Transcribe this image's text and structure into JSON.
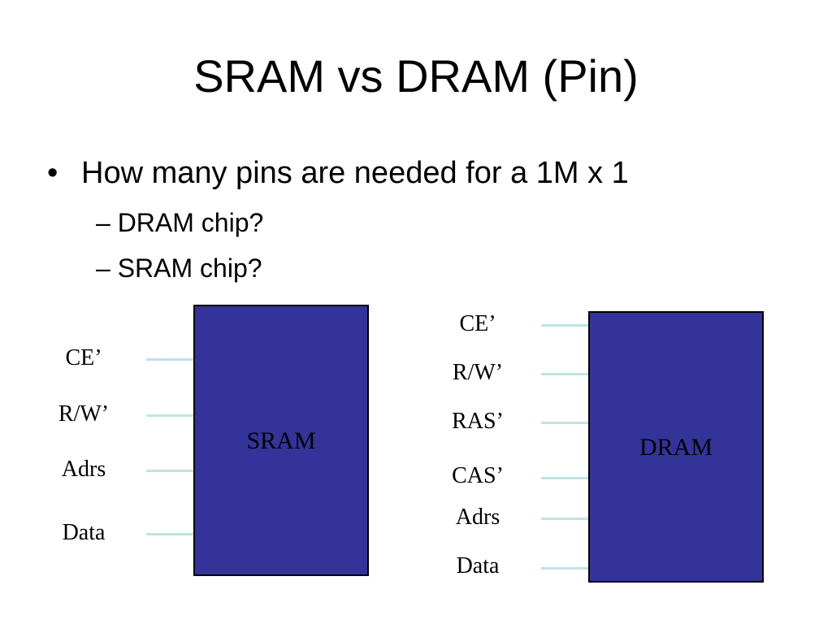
{
  "slide": {
    "title": "SRAM vs DRAM (Pin)",
    "bullet": "How many pins are needed for a 1M x 1",
    "bullet_marker": "•",
    "sub_items": [
      "– DRAM chip?",
      "– SRAM chip?"
    ]
  },
  "sram": {
    "label": "SRAM",
    "pins": [
      "CE’",
      "R/W’",
      "Adrs",
      "Data"
    ]
  },
  "dram": {
    "label": "DRAM",
    "pins": [
      "CE’",
      "R/W’",
      "RAS’",
      "CAS’",
      "Adrs",
      "Data"
    ]
  },
  "colors": {
    "chip_fill": "#333399",
    "pin_line": "#bfe3e6"
  }
}
